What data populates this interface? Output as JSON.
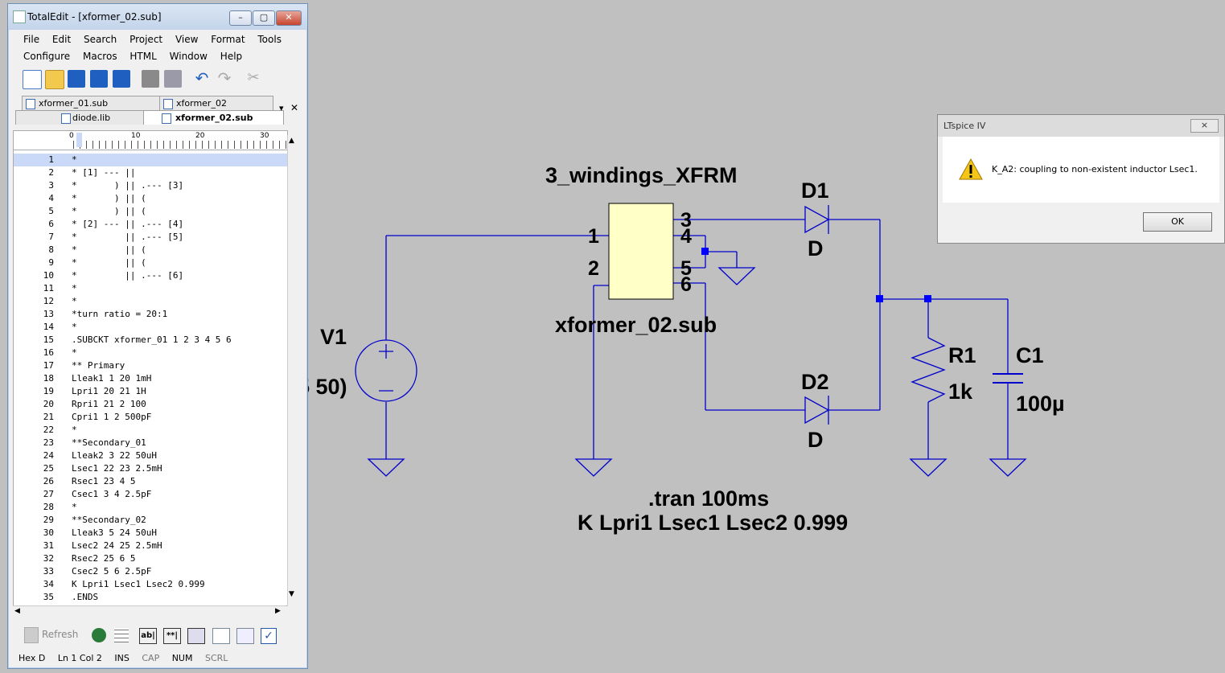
{
  "editor_window": {
    "title": "TotalEdit - [xformer_02.sub]",
    "menu_row1": [
      "File",
      "Edit",
      "Search",
      "Project",
      "View",
      "Format",
      "Tools"
    ],
    "menu_row2": [
      "Configure",
      "Macros",
      "HTML",
      "Window",
      "Help"
    ],
    "tabs_row1": [
      "xformer_01.sub",
      "xformer_02"
    ],
    "tabs_row2": [
      "diode.lib",
      "xformer_02.sub"
    ],
    "ruler_labels": [
      "0",
      "10",
      "20",
      "30"
    ],
    "code_lines": [
      "*",
      "* [1] --- ||",
      "*       ) || .--- [3]",
      "*       ) || (",
      "*       ) || (",
      "* [2] --- || .--- [4]",
      "*         || .--- [5]",
      "*         || (",
      "*         || (",
      "*         || .--- [6]",
      "*",
      "*",
      "*turn ratio = 20:1",
      "*",
      ".SUBCKT xformer_01 1 2 3 4 5 6",
      "*",
      "** Primary",
      "Lleak1 1 20 1mH",
      "Lpri1 20 21 1H",
      "Rpri1 21 2 100",
      "Cpri1 1 2 500pF",
      "*",
      "**Secondary_01",
      "Lleak2 3 22 50uH",
      "Lsec1 22 23 2.5mH",
      "Rsec1 23 4 5",
      "Csec1 3 4 2.5pF",
      "*",
      "**Secondary_02",
      "Lleak3 5 24 50uH",
      "Lsec2 24 25 2.5mH",
      "Rsec2 25 6 5",
      "Csec2 5 6 2.5pF",
      "K Lpri1 Lsec1 Lsec2 0.999",
      ".ENDS"
    ],
    "refresh_label": "Refresh",
    "status": [
      "Hex D",
      "Ln 1 Col 2",
      "INS",
      "CAP",
      "NUM",
      "SCRL"
    ]
  },
  "schematic": {
    "xfrm_name": "3_windings_XFRM",
    "xfrm_model": "xformer_02.sub",
    "pins": [
      "1",
      "2",
      "3",
      "4",
      "5",
      "6"
    ],
    "v1_name": "V1",
    "v1_value_partial": "5 50)",
    "d1_name": "D1",
    "d1_model": "D",
    "d2_name": "D2",
    "d2_model": "D",
    "r1_name": "R1",
    "r1_value": "1k",
    "c1_name": "C1",
    "c1_value": "100µ",
    "directive1": ".tran 100ms",
    "directive2": "K Lpri1 Lsec1 Lsec2 0.999",
    "wire_color": "#0000cc",
    "component_color": "#0000cc",
    "xfrm_fill": "#ffffc8"
  },
  "dialog": {
    "title": "LTspice IV",
    "close_label": "×",
    "message": "K_A2: coupling to non-existent inductor Lsec1.",
    "ok_label": "OK"
  }
}
